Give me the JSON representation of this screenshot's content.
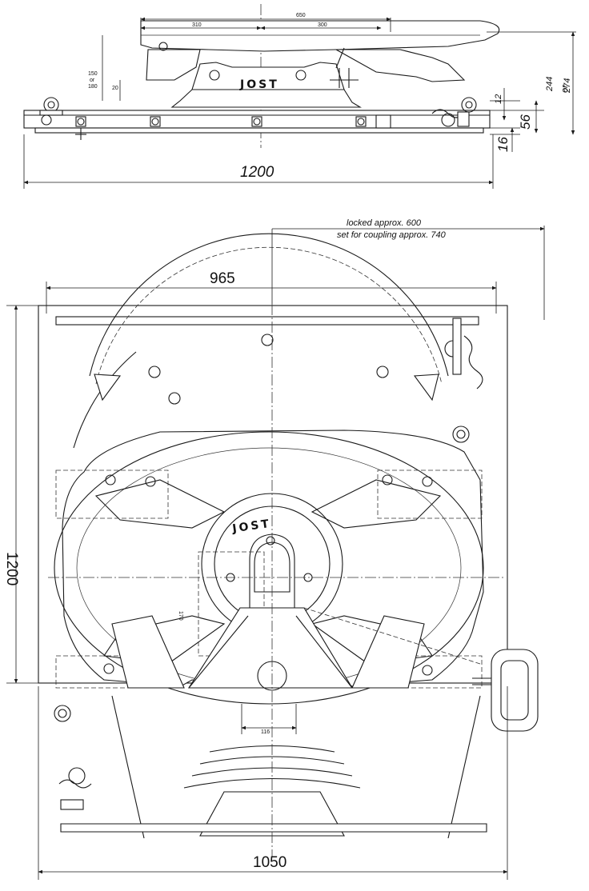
{
  "side_view": {
    "dims": {
      "width_1200": "1200",
      "top_650": "650",
      "top_310": "310",
      "top_300": "300",
      "h_12": "12",
      "h_56": "56",
      "h_16": "16",
      "h_244": "244",
      "h_or": "or",
      "h_274": "274",
      "left_150": "150",
      "left_or": "or",
      "left_180": "180",
      "left_20": "20"
    },
    "logo": "JOST"
  },
  "plan_view": {
    "dims": {
      "width_965": "965",
      "height_1200": "1200",
      "width_1050": "1050",
      "dim_116": "116",
      "dim_170": "170"
    },
    "note_locked": "locked approx. 600",
    "note_coupling": "set for coupling approx. 740",
    "logo": "JOST"
  }
}
